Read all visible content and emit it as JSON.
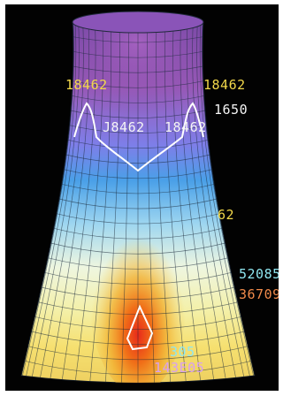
{
  "colors": {
    "background": "#020202",
    "label_yellow": "#f2d84a",
    "label_white": "#f4f4f4",
    "label_cyan": "#8fe6f0",
    "label_orange": "#f08a4a",
    "label_violet": "#d8a0f0",
    "mesh": "#1b2a3a",
    "contour": "#ffffff"
  },
  "labels": {
    "left_top": "18462",
    "right_top": "18462",
    "right_value": "1650",
    "mid_left": "J8462",
    "mid_right": "18462",
    "right_mid_partial": "62",
    "right_lower_1": "52085",
    "right_lower_2": "36709",
    "bottom_1": "305",
    "bottom_2": "143E05"
  }
}
